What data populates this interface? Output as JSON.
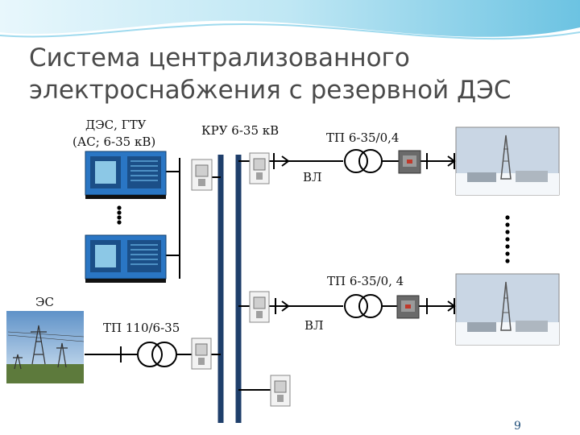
{
  "slide": {
    "title": "Система централизованного электроснабжения с резервной ДЭС",
    "page_number": "9"
  },
  "labels": {
    "des_gtu_line1": "ДЭС, ГТУ",
    "des_gtu_line2": "(АС; 6-35 кВ)",
    "kru": "КРУ 6-35 кВ",
    "tp_top": "ТП 6-35/0,4",
    "vl_top": "ВЛ",
    "tp_bottom": "ТП 6-35/0, 4",
    "vl_bottom": "ВЛ",
    "es": "ЭС",
    "tp_110": "ТП 110/6-35"
  },
  "colors": {
    "bus": "#1f3f6b",
    "line": "#000000",
    "generator_body": "#2a76c4",
    "header_wave": "#8fd3ea",
    "title_text": "#4a4a4a",
    "page_number": "#1f4e79"
  }
}
